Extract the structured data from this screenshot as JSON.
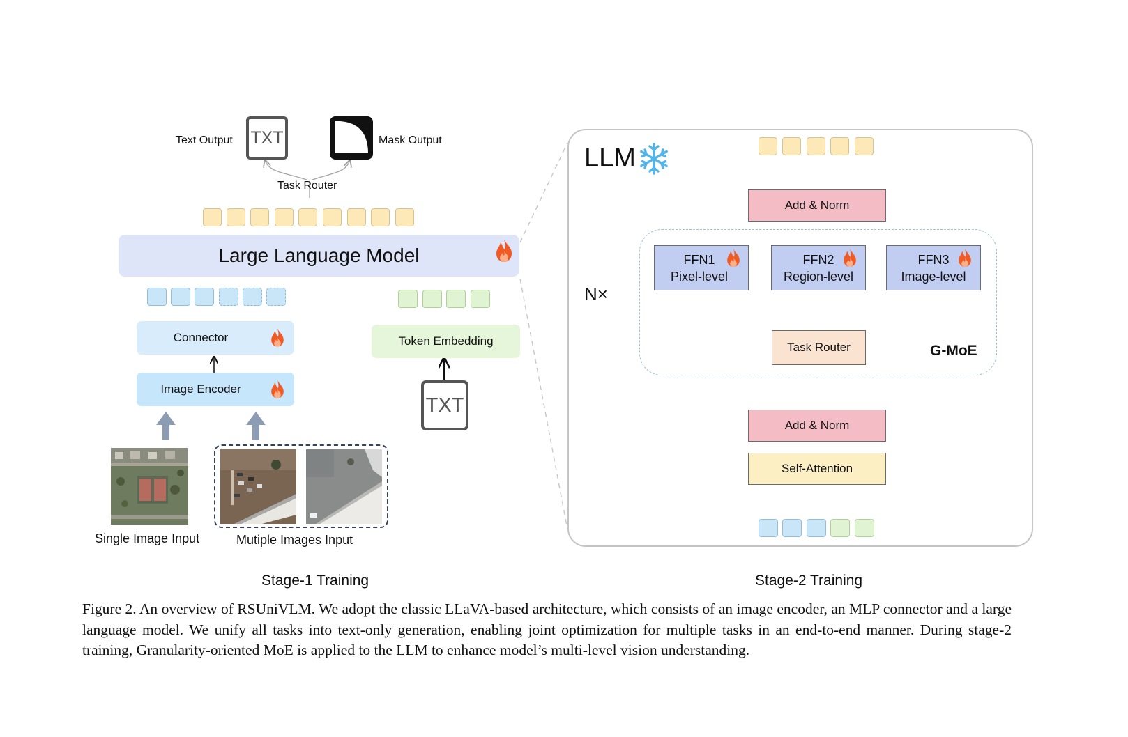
{
  "stage1": {
    "text_output_label": "Text Output",
    "mask_output_label": "Mask Output",
    "txt_icon_label": "TXT",
    "task_router_label": "Task Router",
    "llm_label": "Large Language Model",
    "connector_label": "Connector",
    "image_encoder_label": "Image Encoder",
    "token_embedding_label": "Token Embedding",
    "single_image_label": "Single Image Input",
    "multiple_images_label": "Mutiple Images Input",
    "stage_title": "Stage-1 Training"
  },
  "stage2": {
    "llm_title": "LLM",
    "add_norm_top_label": "Add & Norm",
    "add_norm_bottom_label": "Add & Norm",
    "self_attention_label": "Self-Attention",
    "task_router_label": "Task Router",
    "nx_label": "N×",
    "gmoe_label": "G-MoE",
    "ffn1": {
      "name": "FFN1",
      "level": "Pixel-level"
    },
    "ffn2": {
      "name": "FFN2",
      "level": "Region-level"
    },
    "ffn3": {
      "name": "FFN3",
      "level": "Image-level"
    },
    "stage_title": "Stage-2 Training"
  },
  "caption": {
    "text": "Figure 2.  An overview of RSUniVLM. We adopt the classic LLaVA-based architecture, which consists of an image encoder, an MLP connector and a large language model.  We unify all tasks into text-only generation, enabling joint optimization for multiple tasks in an end-to-end manner.  During stage-2 training, Granularity-oriented MoE is applied to the LLM to enhance model’s multi-level vision understanding."
  },
  "colors": {
    "token_yellow": "#fde9b8",
    "token_blue": "#c9e6f9",
    "token_green": "#e0f3d2",
    "llm_box": "#dfe5f8",
    "connector_box": "#d8ecfb",
    "encoder_box": "#c6e6fb",
    "embedding_box": "#e6f6da",
    "add_norm": "#f4bcc4",
    "self_attention": "#fcefc4",
    "ffn": "#c1cdf1",
    "router": "#fbe3d2",
    "flame": "#f05a24",
    "snowflake": "#52b4ea"
  },
  "icons": [
    "flame-icon",
    "snowflake-icon",
    "txt-document-icon",
    "mask-icon"
  ]
}
